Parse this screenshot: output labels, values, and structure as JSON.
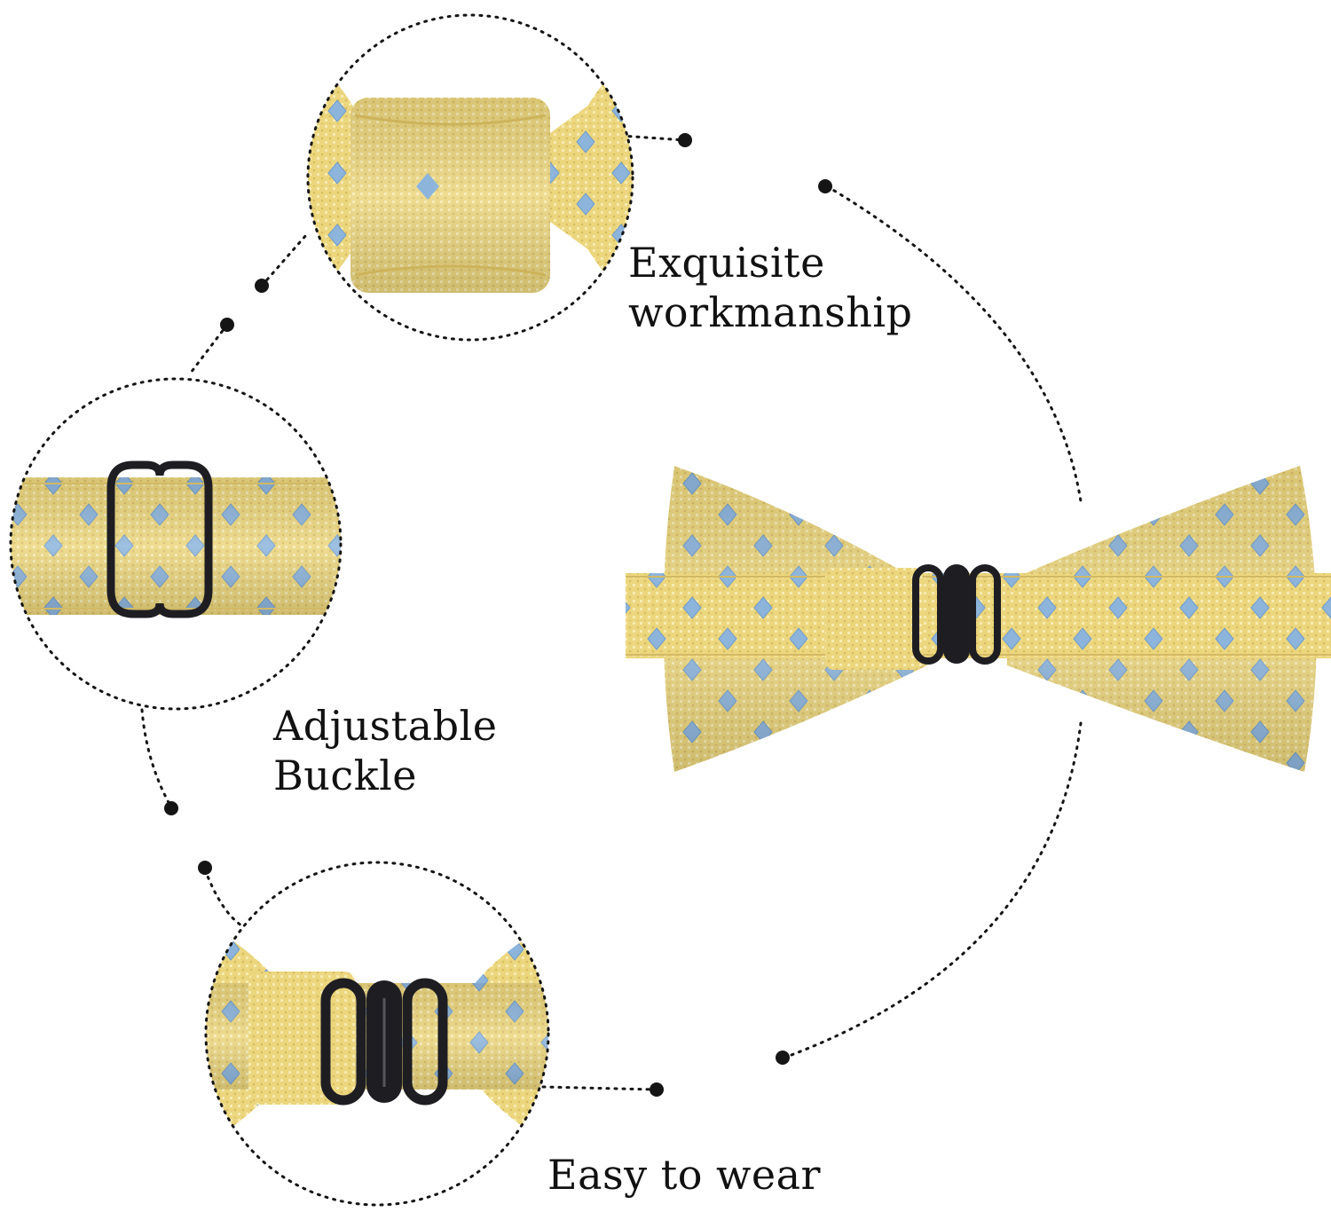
{
  "labels": {
    "workmanship": {
      "line1": "Exquisite",
      "line2": "workmanship"
    },
    "buckle": {
      "line1": "Adjustable",
      "line2": "Buckle"
    },
    "wear": {
      "line1": "Easy to wear"
    }
  },
  "colors": {
    "fabric": "#ecd67e",
    "fabric_light": "#f6e9a6",
    "fabric_shadow": "#cdb35a",
    "diamond": "#8db5dc",
    "buckle": "#1e1e22",
    "dots": "#151515"
  }
}
